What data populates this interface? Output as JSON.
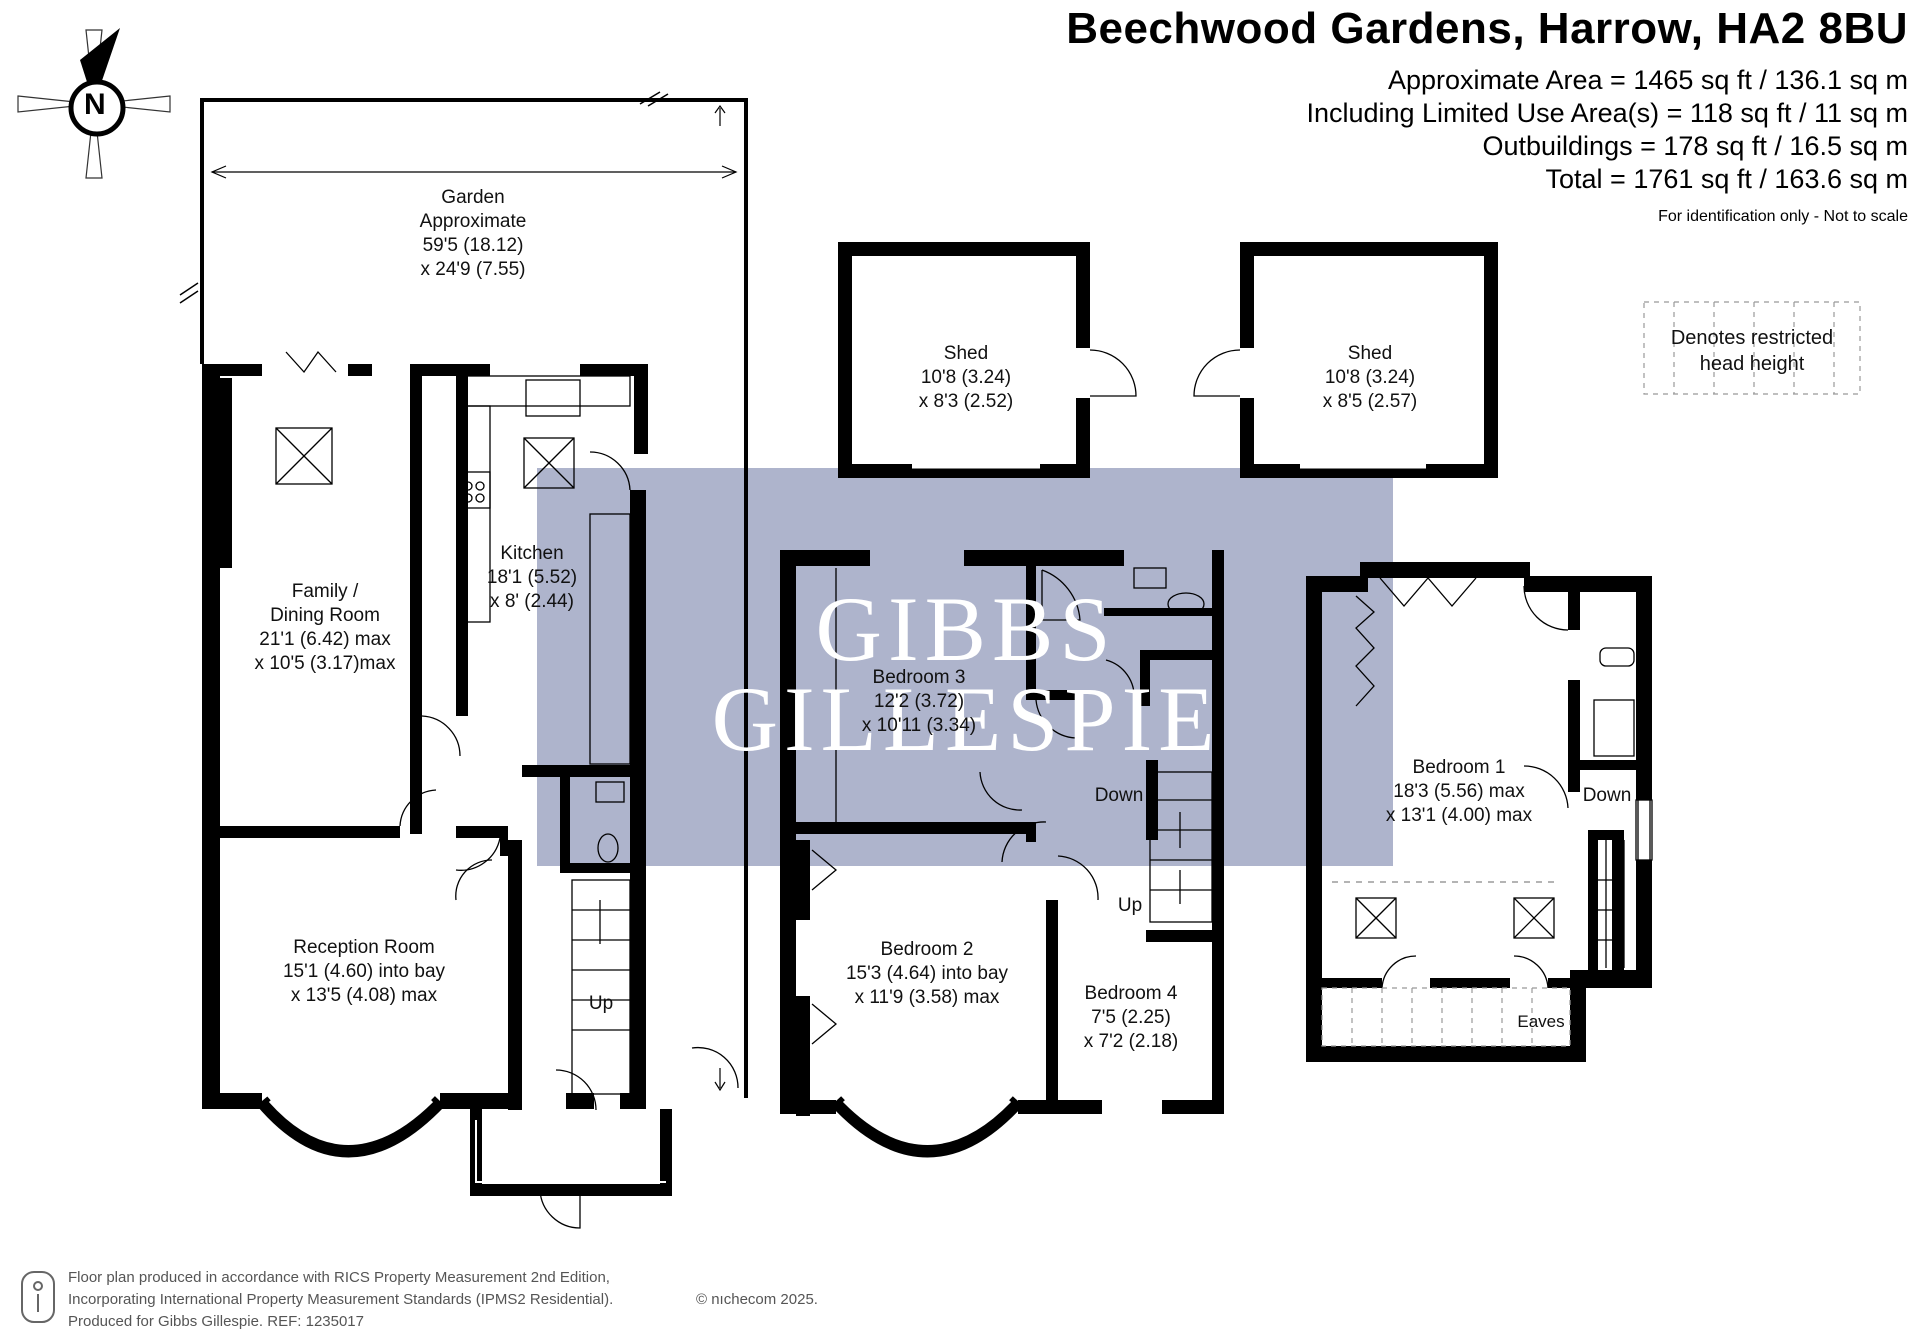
{
  "header": {
    "address": "Beechwood Gardens, Harrow, HA2 8BU",
    "area_lines": [
      "Approximate Area = 1465 sq ft / 136.1 sq m",
      "Including Limited Use Area(s) = 118 sq ft / 11 sq m",
      "Outbuildings = 178 sq ft / 16.5 sq m",
      "Total = 1761 sq ft / 163.6 sq m"
    ],
    "disclaimer": "For identification only - Not to scale"
  },
  "compass": {
    "letter": "N"
  },
  "legend": {
    "line1": "Denotes restricted",
    "line2": "head height"
  },
  "watermark": {
    "line1": "GIBBS",
    "line2": "GILLESPIE",
    "color": "#aeb4cc"
  },
  "ground_floor": {
    "garden": {
      "line1": "Garden",
      "line2": "Approximate",
      "line3": "59'5 (18.12)",
      "line4": "x 24'9 (7.55)"
    },
    "family_dining": {
      "line1": "Family /",
      "line2": "Dining Room",
      "line3": "21'1 (6.42) max",
      "line4": "x 10'5 (3.17)max"
    },
    "kitchen": {
      "line1": "Kitchen",
      "line2": "18'1 (5.52)",
      "line3": "x 8' (2.44)"
    },
    "reception": {
      "line1": "Reception Room",
      "line2": "15'1 (4.60) into bay",
      "line3": "x 13'5 (4.08) max"
    },
    "stairs_label": "Up"
  },
  "sheds": [
    {
      "line1": "Shed",
      "line2": "10'8 (3.24)",
      "line3": "x 8'3 (2.52)"
    },
    {
      "line1": "Shed",
      "line2": "10'8 (3.24)",
      "line3": "x 8'5 (2.57)"
    }
  ],
  "first_floor": {
    "bedroom3": {
      "line1": "Bedroom 3",
      "line2": "12'2 (3.72)",
      "line3": "x 10'11 (3.34)"
    },
    "bedroom2": {
      "line1": "Bedroom 2",
      "line2": "15'3 (4.64) into bay",
      "line3": "x 11'9 (3.58) max"
    },
    "bedroom4": {
      "line1": "Bedroom 4",
      "line2": "7'5 (2.25)",
      "line3": "x 7'2 (2.18)"
    },
    "down_label": "Down",
    "up_label": "Up"
  },
  "second_floor": {
    "bedroom1": {
      "line1": "Bedroom 1",
      "line2": "18'3 (5.56) max",
      "line3": "x 13'1 (4.00) max"
    },
    "down_label": "Down",
    "eaves_label": "Eaves"
  },
  "footer": {
    "line1": "Floor plan produced in accordance with RICS Property Measurement 2nd Edition,",
    "line2": "Incorporating International Property Measurement Standards (IPMS2 Residential).",
    "copyright": "© nıchecom 2025.",
    "line3": "Produced for Gibbs Gillespie.   REF:  1235017"
  }
}
